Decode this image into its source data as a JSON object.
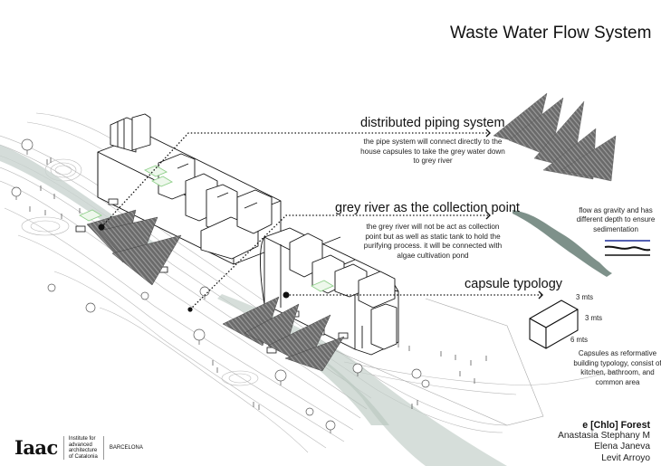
{
  "title": "Waste Water Flow System",
  "callouts": [
    {
      "title": "distributed piping system",
      "description": "the pipe system will connect directly to the house capsules to take the grey water down to grey river"
    },
    {
      "title": "grey river as the collection point",
      "description": "the grey river will not be act as collection point but as well as static tank to hold the purifying process. it will be connected with algae cultivation pond"
    },
    {
      "title": "capsule typology",
      "description": ""
    }
  ],
  "flow_note": "flow as gravity and has different depth to ensure sedimentation",
  "capsule": {
    "dimensions": {
      "top": "3 mts",
      "side": "3 mts",
      "bottom": "6 mts"
    },
    "description": "Capsules as reformative building typology, consist of kitchen, bathroom, and common area"
  },
  "project": {
    "name": "e [Chlo] Forest",
    "authors": [
      "Anastasia Stephany M",
      "Elena Janeva",
      "Levit Arroyo"
    ]
  },
  "logo": {
    "mark": "Iaac",
    "institute_lines": [
      "Institute for",
      "advanced",
      "architecture",
      "of Catalonia"
    ],
    "city": "BARCELONA"
  },
  "colors": {
    "ink": "#111111",
    "panel_grey": "#6f6f6f",
    "river_green": "#8fa59c",
    "pipe_green": "#9fd39a",
    "water_blue": "#1a2a9a"
  }
}
